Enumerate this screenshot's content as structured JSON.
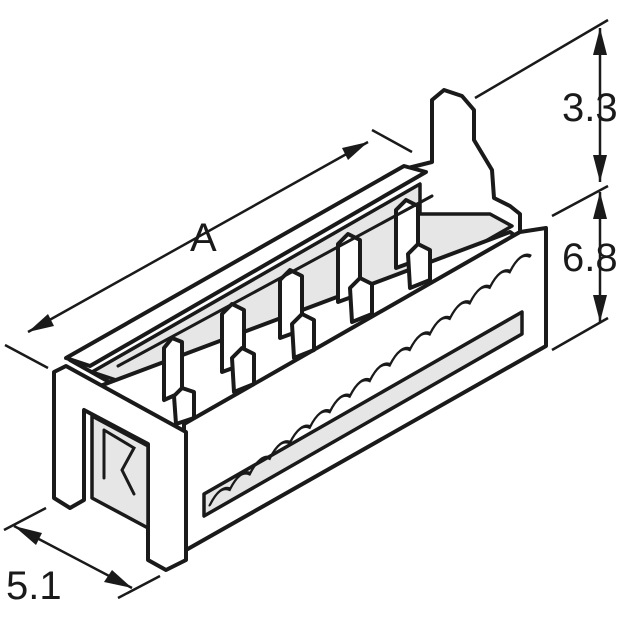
{
  "drawing": {
    "dimensions": {
      "length": "A",
      "height_upper": "3.3",
      "height_lower": "6.8",
      "width": "5.1"
    },
    "pin_count": 5,
    "colors": {
      "line": "#1a1a1a",
      "fill": "#ffffff",
      "shade": "#e6e6e6"
    }
  }
}
